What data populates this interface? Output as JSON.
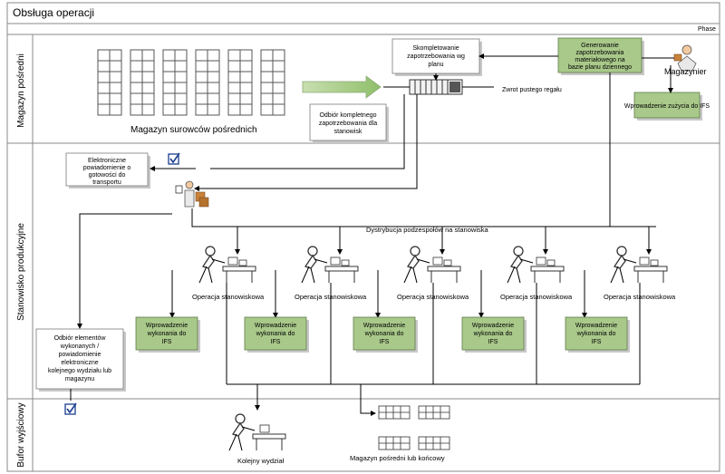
{
  "title": "Obsługa operacji",
  "phase_label": "Phase",
  "lanes": [
    "Magazyn pośredni",
    "Stanowisko produkcyjne",
    "Bufor wyjściowy"
  ],
  "nodes": {
    "magazyn_surowcow": "Magazyn surowców pośrednich",
    "odbior_kompletnego": [
      "Odbiór kompletnego",
      "zapotrzebowania dla",
      "stanowisk"
    ],
    "skompletowanie": [
      "Skompletowanie",
      "zapotrzebowania wg",
      "planu"
    ],
    "generowanie": [
      "Generowanie",
      "zapotrzebowania",
      "materiałowego na",
      "bazie planu dziennego"
    ],
    "magazynier": "Magazynier",
    "wprowadzenie_zuzycia": "Wprowadzenie zużycia do IFS",
    "zwrot": "Zwrot pustego regału",
    "powiadomienie": [
      "Elektroniczne",
      "powiadomienie o",
      "gotowości do",
      "transportu"
    ],
    "dystrybucja": "Dystrybucja podzespołów na stanowiska",
    "operacja": [
      "Operacja stanowiskowa",
      "Operacja stanowiskowa",
      "Operacja stanowiskowa",
      "Operacja stanowiskowa",
      "Operacja stanowiskowa"
    ],
    "wprowadzenie_wykonania": [
      [
        "Wprowadzenie",
        "wykonania do",
        "IFS"
      ],
      [
        "Wprowadzenie",
        "wykonania do",
        "IFS"
      ],
      [
        "Wprowadzenie",
        "wykonania do",
        "IFS"
      ],
      [
        "Wprowadzenie",
        "wykonania do",
        "IFS"
      ],
      [
        "Wprowadzenie",
        "wykonania do",
        "IFS"
      ]
    ],
    "odbior_elementow": [
      "Odbiór elementów",
      "wykonanych /",
      "powiadomienie",
      "elektroniczne",
      "kolejnego wydziału lub",
      "magazynu"
    ],
    "kolejny_wydzial": "Kolejny wydział",
    "magazyn_koncowy": "Magazyn pośredni lub końcowy"
  }
}
